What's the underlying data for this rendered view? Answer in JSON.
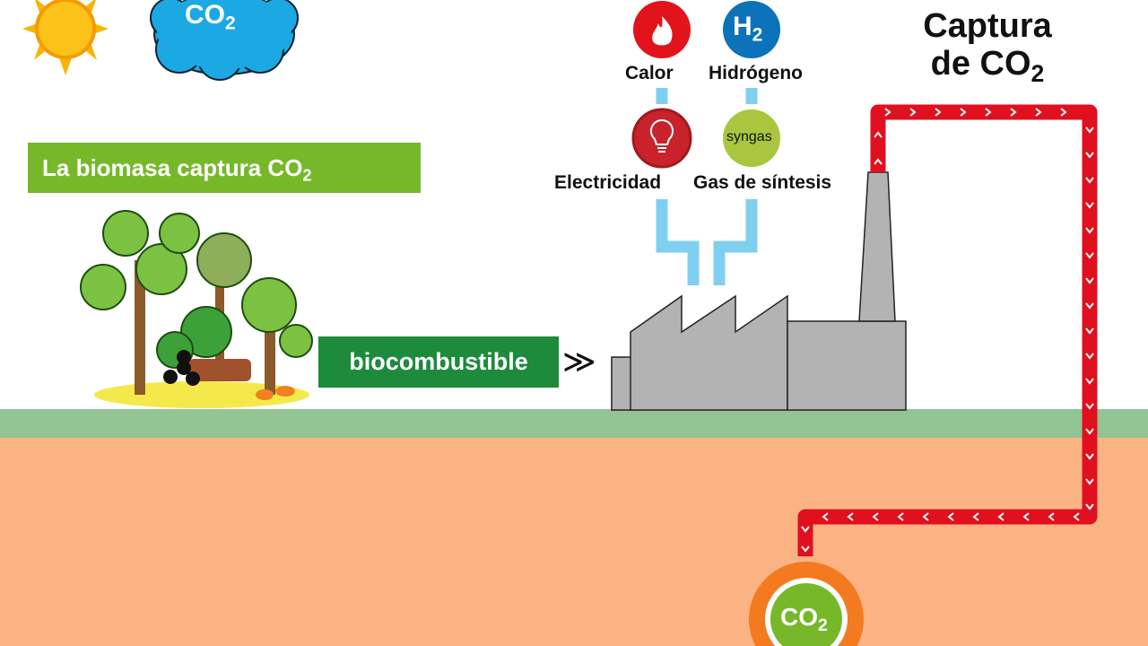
{
  "sky": {
    "cloud_text": "CO",
    "cloud_sub": "2"
  },
  "biomass": {
    "label": "La biomasa captura CO",
    "label_sub": "2"
  },
  "biofuel": {
    "label": "biocombustible",
    "arrow": "≫"
  },
  "products": [
    {
      "label": "Calor",
      "icon": "flame-icon"
    },
    {
      "label": "Hidrógeno",
      "icon_text": "H",
      "icon_sub": "2"
    },
    {
      "label": "Electricidad",
      "icon": "lightbulb-icon"
    },
    {
      "label": "Gas de síntesis",
      "icon_text": "syngas"
    }
  ],
  "capture": {
    "line1": "Captura",
    "line2": "de CO",
    "line2_sub": "2"
  },
  "storage": {
    "text": "CO",
    "sub": "2"
  },
  "colors": {
    "ground": "#93c493",
    "soil": "#fbb383",
    "pipe": "#e0101e",
    "connector": "#7fd0f0",
    "label_green": "#76b82a",
    "biofuel_green": "#1e8a3c"
  }
}
